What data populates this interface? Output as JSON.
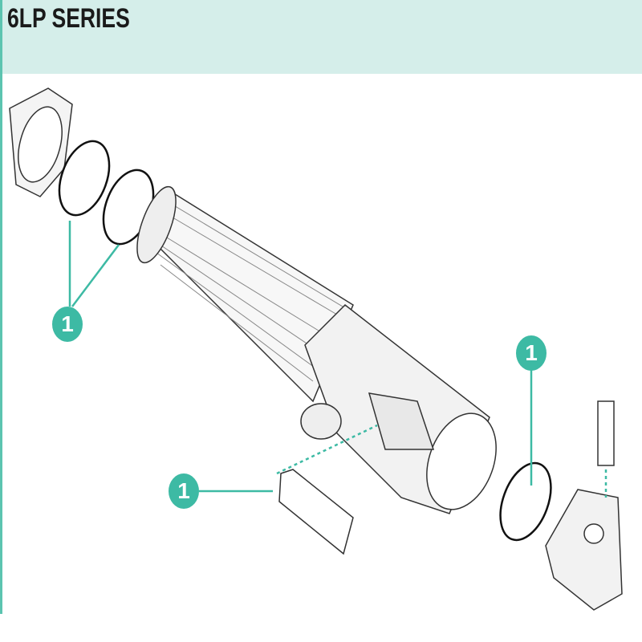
{
  "header": {
    "title": "6LP SERIES"
  },
  "callouts": [
    {
      "label": "1"
    },
    {
      "label": "1"
    },
    {
      "label": "1"
    }
  ],
  "colors": {
    "accent": "#3dbaa4",
    "header_bg": "#d5eeea"
  }
}
